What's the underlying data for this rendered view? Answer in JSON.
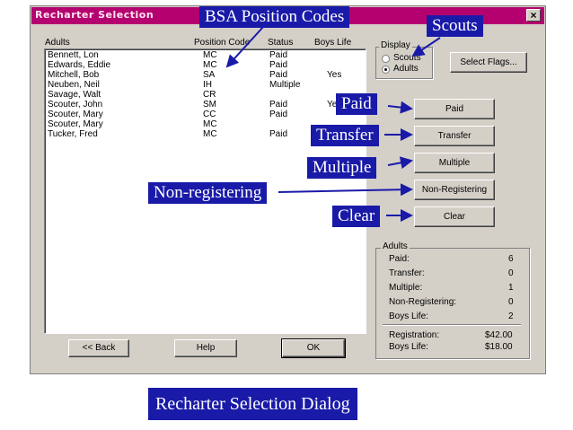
{
  "dialog": {
    "title": "Recharter Selection",
    "close_glyph": "×",
    "columns": [
      "Adults",
      "Position Code",
      "Status",
      "Boys Life"
    ],
    "rows": [
      {
        "name": "Bennett, Lon",
        "code": "MC",
        "status": "Paid",
        "boys_life": ""
      },
      {
        "name": "Edwards, Eddie",
        "code": "MC",
        "status": "Paid",
        "boys_life": ""
      },
      {
        "name": "Mitchell, Bob",
        "code": "SA",
        "status": "Paid",
        "boys_life": "Yes"
      },
      {
        "name": "Neuben, Neil",
        "code": "IH",
        "status": "Multiple",
        "boys_life": ""
      },
      {
        "name": "Savage, Walt",
        "code": "CR",
        "status": "",
        "boys_life": ""
      },
      {
        "name": "Scouter, John",
        "code": "SM",
        "status": "Paid",
        "boys_life": "Yes"
      },
      {
        "name": "Scouter, Mary",
        "code": "CC",
        "status": "Paid",
        "boys_life": ""
      },
      {
        "name": "Scouter, Mary",
        "code": "MC",
        "status": "",
        "boys_life": ""
      },
      {
        "name": "Tucker, Fred",
        "code": "MC",
        "status": "Paid",
        "boys_life": ""
      }
    ],
    "display": {
      "label": "Display",
      "options": [
        "Scouts",
        "Adults"
      ],
      "selected": "Adults"
    },
    "buttons": {
      "select_flags": "Select Flags...",
      "paid": "Paid",
      "transfer": "Transfer",
      "multiple": "Multiple",
      "non_registering": "Non-Registering",
      "clear": "Clear",
      "back": "<< Back",
      "help": "Help",
      "ok": "OK"
    },
    "summary": {
      "label": "Adults",
      "items": [
        {
          "label": "Paid:",
          "value": "6"
        },
        {
          "label": "Transfer:",
          "value": "0"
        },
        {
          "label": "Multiple:",
          "value": "1"
        },
        {
          "label": "Non-Registering:",
          "value": "0"
        },
        {
          "label": "Boys Life:",
          "value": "2"
        }
      ],
      "fees": [
        {
          "label": "Registration:",
          "value": "$42.00"
        },
        {
          "label": "Boys Life:",
          "value": "$18.00"
        }
      ]
    }
  },
  "callouts": {
    "position_codes": "BSA Position Codes",
    "scouts": "Scouts",
    "paid": "Paid",
    "transfer": "Transfer",
    "multiple": "Multiple",
    "non_registering": "Non-registering",
    "clear": "Clear"
  },
  "caption": "Recharter Selection Dialog",
  "colors": {
    "titlebar": "#b5006f",
    "callout_bg": "#1a1aa8",
    "dialog_bg": "#d4d0c8"
  }
}
